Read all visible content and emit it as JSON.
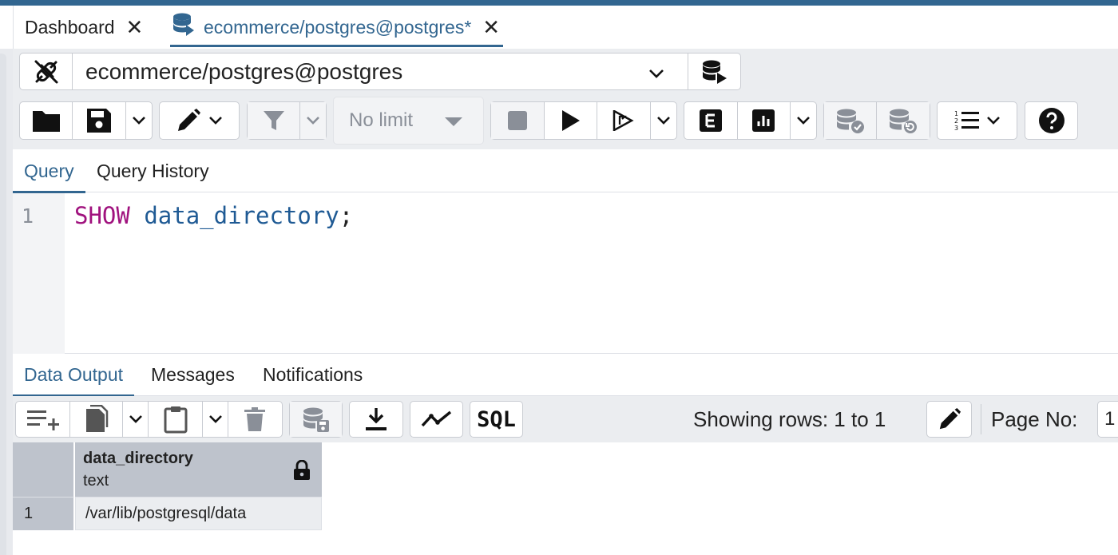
{
  "tabs": [
    {
      "label": "Dashboard"
    },
    {
      "label": "ecommerce/postgres@postgres*"
    }
  ],
  "connection": {
    "label": "ecommerce/postgres@postgres"
  },
  "toolbar": {
    "limit_label": "No limit"
  },
  "query_tabs": [
    {
      "label": "Query"
    },
    {
      "label": "Query History"
    }
  ],
  "editor": {
    "line_number": "1",
    "keyword": "SHOW",
    "identifier": "data_directory",
    "terminator": ";"
  },
  "output_tabs": [
    {
      "label": "Data Output"
    },
    {
      "label": "Messages"
    },
    {
      "label": "Notifications"
    }
  ],
  "output_toolbar": {
    "sql_label": "SQL",
    "showing_rows": "Showing rows: 1 to 1",
    "page_label": "Page No:",
    "page_value": "1"
  },
  "grid": {
    "columns": [
      {
        "name": "data_directory",
        "type": "text"
      }
    ],
    "rows": [
      {
        "row_number": "1",
        "values": [
          "/var/lib/postgresql/data"
        ]
      }
    ]
  },
  "colors": {
    "accent": "#326690",
    "keyword": "#a0127e",
    "identifier": "#1f5a94"
  }
}
